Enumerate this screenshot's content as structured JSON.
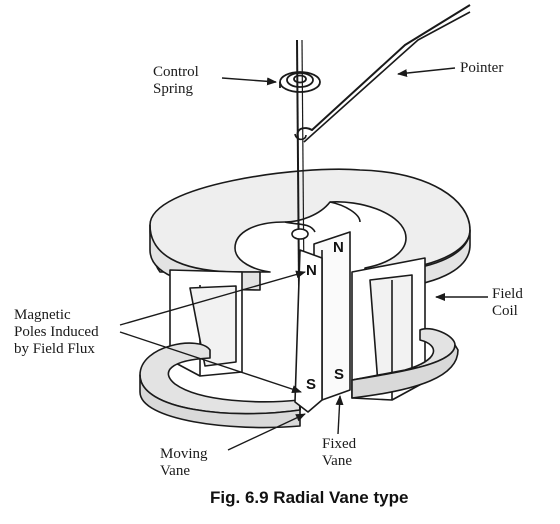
{
  "labels": {
    "control_spring": "Control\nSpring",
    "pointer": "Pointer",
    "field_coil": "Field\nCoil",
    "magnetic_poles": "Magnetic\nPoles Induced\nby Field Flux",
    "moving_vane": "Moving\nVane",
    "fixed_vane": "Fixed\nVane"
  },
  "poles": {
    "moving_north": "N",
    "fixed_north": "N",
    "moving_south": "S",
    "fixed_south": "S"
  },
  "caption": "Fig. 6.9 Radial Vane type"
}
